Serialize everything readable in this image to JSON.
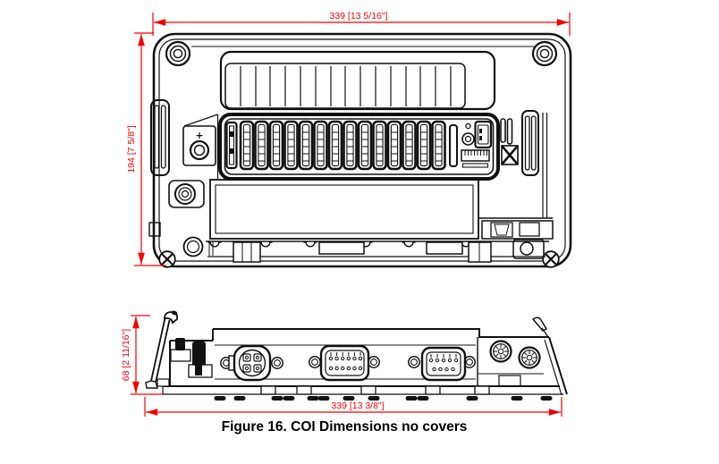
{
  "figure": {
    "caption": "Figure 16. COI Dimensions no covers"
  },
  "rear_view": {
    "width_dim": "339 [13 5/16\"]",
    "height_dim": "194 [7 5/8\"]",
    "positive_terminal_label": "+"
  },
  "side_view": {
    "width_dim": "339 [13 3/8\"]",
    "height_dim": "68 [2 11/16\"]"
  },
  "colors": {
    "dimension_red": "#f40000",
    "line_black": "#111111",
    "background": "#ffffff"
  }
}
